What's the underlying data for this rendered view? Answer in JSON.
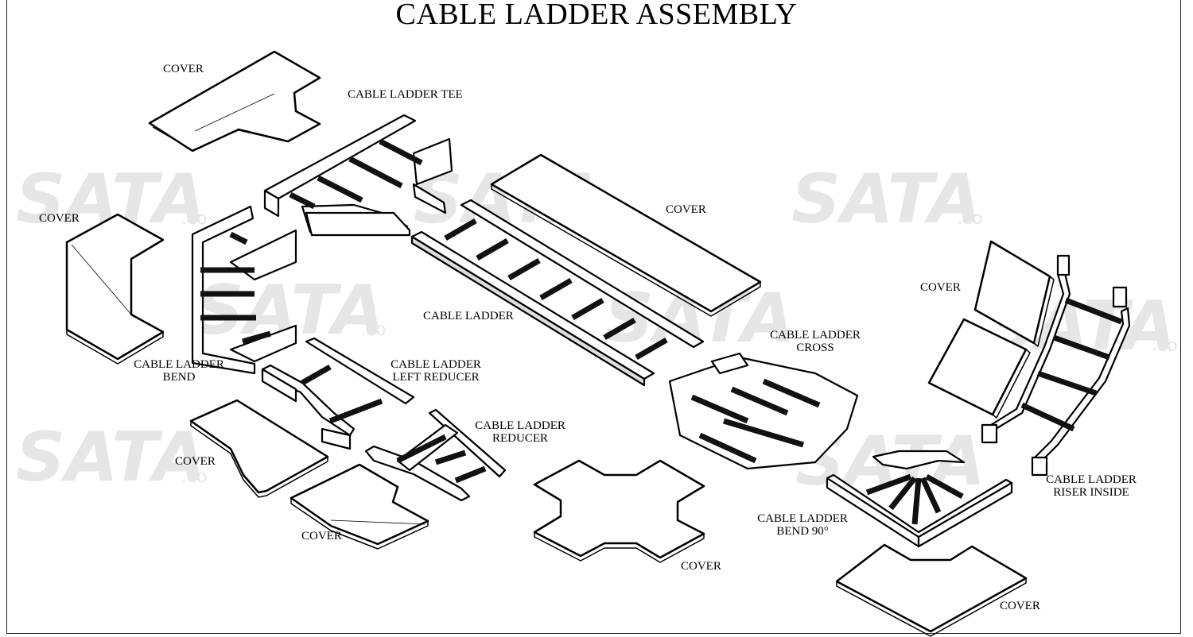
{
  "title": "CABLE LADDER ASSEMBLY",
  "watermark": {
    "brand": "SATA",
    "suffix": ".co",
    "color": "#e4e4e4"
  },
  "labels": {
    "cover_tee": "COVER",
    "tee": "CABLE LADDER TEE",
    "cover_bend": "COVER",
    "cover_ladder": "COVER",
    "ladder": "CABLE LADDER",
    "bend": [
      "CABLE LADDER",
      "BEND"
    ],
    "left_reducer": [
      "CABLE LADDER",
      "LEFT REDUCER"
    ],
    "reducer": [
      "CABLE LADDER",
      "REDUCER"
    ],
    "cross": [
      "CABLE LADDER",
      "CROSS"
    ],
    "cover_riser": "COVER",
    "riser_inside": [
      "CABLE LADDER",
      "RISER INSIDE"
    ],
    "cover_left_reducer": "COVER",
    "cover_reducer": "COVER",
    "cover_cross": "COVER",
    "bend90": [
      "CABLE LADDER",
      "BEND 90°"
    ],
    "cover_bend90": "COVER"
  }
}
